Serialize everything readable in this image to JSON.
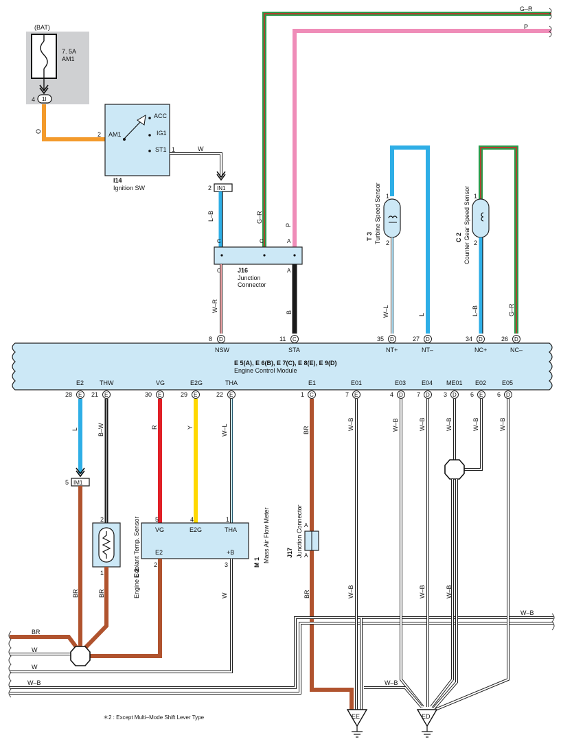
{
  "battery": {
    "label": "(BAT)",
    "fuse_rating": "7. 5A",
    "fuse_name": "AM1",
    "connector": "1I",
    "pin": "4"
  },
  "ignition": {
    "code": "I14",
    "name": "Ignition SW",
    "pins": {
      "am1": "AM1",
      "acc": "ACC",
      "ig1": "IG1",
      "st1": "ST1"
    },
    "pin_am1": "2",
    "pin_st1": "1"
  },
  "wire_labels": {
    "o": "O",
    "w": "W",
    "lb": "L–B",
    "gr": "G–R",
    "p": "P",
    "wr": "W–R",
    "b": "B",
    "wl": "W–L",
    "l": "L",
    "bw": "B–W",
    "r": "R",
    "y": "Y",
    "br": "BR",
    "wb": "W–B"
  },
  "in1": {
    "name": "IN1",
    "pin": "2"
  },
  "j16": {
    "code": "J16",
    "name1": "Junction",
    "name2": "Connector",
    "pin_c": "C",
    "pin_a": "A"
  },
  "edge": {
    "gr": "G–R",
    "p": "P"
  },
  "t3": {
    "code": "T 3",
    "name": "Turbine Speed Sensor",
    "pin1": "1",
    "pin2": "2"
  },
  "c2": {
    "code": "C 2",
    "name": "Counter Gear Speed Sensor",
    "pin1": "1",
    "pin2": "2"
  },
  "ecm": {
    "title": "E 5(A), E 6(B), E 7(C), E 8(E), E 9(D)",
    "name": "Engine Control Module",
    "top_pins": [
      {
        "num": "8",
        "conn": "D",
        "label": "NSW"
      },
      {
        "num": "11",
        "conn": "C",
        "label": "STA"
      },
      {
        "num": "35",
        "conn": "D",
        "label": "NT+"
      },
      {
        "num": "27",
        "conn": "D",
        "label": "NT–"
      },
      {
        "num": "34",
        "conn": "D",
        "label": "NC+"
      },
      {
        "num": "26",
        "conn": "D",
        "label": "NC–"
      }
    ],
    "bottom_pins": [
      {
        "num": "28",
        "conn": "E",
        "label": "E2"
      },
      {
        "num": "21",
        "conn": "E",
        "label": "THW"
      },
      {
        "num": "30",
        "conn": "E",
        "label": "VG"
      },
      {
        "num": "29",
        "conn": "E",
        "label": "E2G"
      },
      {
        "num": "22",
        "conn": "E",
        "label": "THA"
      },
      {
        "num": "1",
        "conn": "C",
        "label": "E1"
      },
      {
        "num": "7",
        "conn": "E",
        "label": "E01"
      },
      {
        "num": "4",
        "conn": "D",
        "label": "E03"
      },
      {
        "num": "7",
        "conn": "D",
        "label": "E04"
      },
      {
        "num": "3",
        "conn": "D",
        "label": "ME01"
      },
      {
        "num": "6",
        "conn": "E",
        "label": "E02"
      },
      {
        "num": "6",
        "conn": "D",
        "label": "E05"
      }
    ]
  },
  "im1": {
    "name": "IM1",
    "pin": "5"
  },
  "e2": {
    "code": "E 2",
    "name": "Engine Coolant Temp.  Sensor",
    "pin1": "1",
    "pin2": "2"
  },
  "m1": {
    "code": "M 1",
    "name": "Mass Air Flow Meter",
    "vg": "VG",
    "e2g": "E2G",
    "tha": "THA",
    "e2": "E2",
    "b": "+B",
    "p5": "5",
    "p4": "4",
    "p1": "1",
    "p2": "2",
    "p3": "3"
  },
  "j17": {
    "code": "J17",
    "name": "Junction Connector",
    "a_top": "A",
    "a_bot": "A"
  },
  "grounds": {
    "ee": "EE",
    "ed": "ED"
  },
  "footnote": "＊2 : Except Multi–Mode Shift Lever Type",
  "colors": {
    "orange": "#f39a2b",
    "blue": "#2eaee6",
    "pink": "#ef8cb8",
    "green": "#2a9a4a",
    "red": "#e02027",
    "yellow": "#ffd800",
    "brown": "#b0532e",
    "black": "#1a1a1a",
    "box": "#cce8f6",
    "gray": "#cfd0d2"
  }
}
